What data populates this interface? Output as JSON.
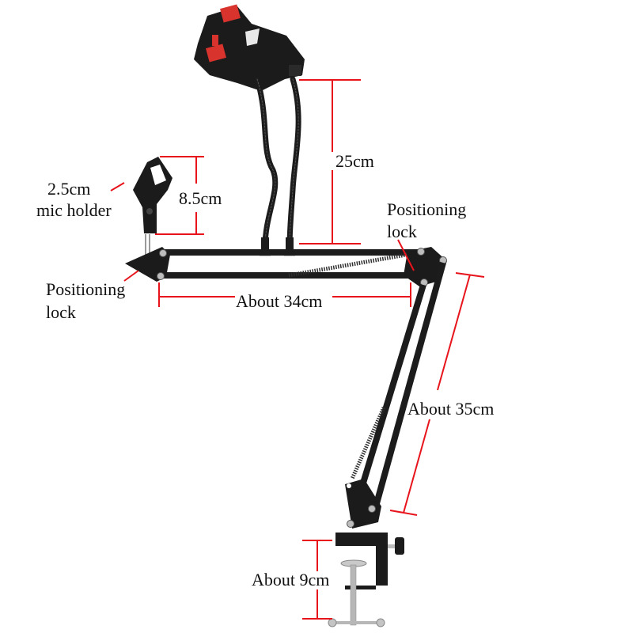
{
  "diagram": {
    "subject": "Scissor arm stand with dual phone holder and mic holder",
    "colors": {
      "dimension_line": "#e8141c",
      "metal": "#1a1a1a",
      "clip_pad": "#d9332e",
      "steel": "#b7b7b7",
      "text": "#111111"
    },
    "labels": {
      "gooseneck_height": "25cm",
      "mic_holder_height": "8.5cm",
      "mic_holder_diameter": "2.5cm",
      "mic_holder_name": "mic holder",
      "left_lock_line1": "Positioning",
      "left_lock_line2": "lock",
      "right_lock_line1": "Positioning",
      "right_lock_line2": "lock",
      "upper_arm_length": "About 34cm",
      "lower_arm_length": "About 35cm",
      "clamp_opening": "About 9cm"
    },
    "components": [
      "phone-clip-holder",
      "gooseneck-pair",
      "mic-holder",
      "upper-arm",
      "lower-arm",
      "tension-springs",
      "positioning-lock-left",
      "positioning-lock-right",
      "desk-clamp",
      "clamp-screw-knob",
      "t-handle-screw"
    ]
  }
}
